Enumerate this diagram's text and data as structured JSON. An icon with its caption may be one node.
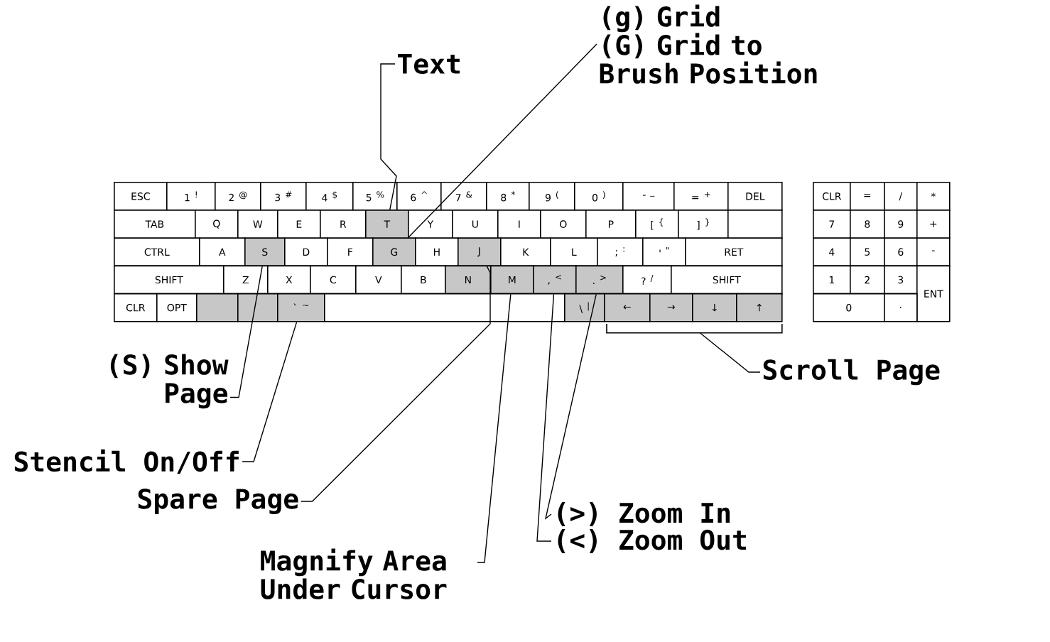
{
  "diagram": {
    "nodes": [
      {
        "text": [
          "(g) Grid",
          "(G) Grid to Brush Position"
        ]
      },
      {
        "text": [
          "Text"
        ]
      },
      {
        "text": [
          "ESC"
        ]
      },
      {
        "text": [
          "1",
          "!"
        ]
      },
      {
        "text": [
          "2",
          "@"
        ]
      },
      {
        "text": [
          "3",
          "#"
        ]
      },
      {
        "text": [
          "4",
          "$"
        ]
      },
      {
        "text": [
          "5",
          "%"
        ]
      },
      {
        "text": [
          "6",
          "^"
        ]
      },
      {
        "text": [
          "7",
          "&"
        ]
      },
      {
        "text": [
          "8",
          "*"
        ]
      },
      {
        "text": [
          "9",
          "("
        ]
      },
      {
        "text": [
          "0",
          ")"
        ]
      },
      {
        "text": [
          "-",
          "_"
        ]
      },
      {
        "text": [
          "=",
          "+"
        ]
      },
      {
        "text": [
          "DEL"
        ]
      },
      {
        "text": [
          "TAB"
        ]
      },
      {
        "text": [
          "Q"
        ]
      },
      {
        "text": [
          "W"
        ]
      },
      {
        "text": [
          "E"
        ]
      },
      {
        "text": [
          "R"
        ]
      },
      {
        "text": [
          "T"
        ]
      },
      {
        "text": [
          "Y"
        ]
      },
      {
        "text": [
          "U"
        ]
      },
      {
        "text": [
          "I"
        ]
      },
      {
        "text": [
          "O"
        ]
      },
      {
        "text": [
          "P"
        ]
      },
      {
        "text": [
          "[",
          "{"
        ]
      },
      {
        "text": [
          "]",
          "}"
        ]
      },
      {
        "text": [],
        "shape": "box"
      },
      {
        "text": [
          "CTRL"
        ]
      },
      {
        "text": [
          "A"
        ]
      },
      {
        "text": [
          "S"
        ]
      },
      {
        "text": [
          "D"
        ]
      },
      {
        "text": [
          "F"
        ]
      },
      {
        "text": [
          "G"
        ]
      },
      {
        "text": [
          "H"
        ]
      },
      {
        "text": [
          "J"
        ]
      },
      {
        "text": [
          "K"
        ]
      },
      {
        "text": [
          "L"
        ]
      },
      {
        "text": [
          ";",
          ":"
        ]
      },
      {
        "text": [
          "'",
          "\""
        ]
      },
      {
        "text": [
          "RET"
        ]
      },
      {
        "text": [
          "SHIFT"
        ]
      },
      {
        "text": [
          "Z"
        ]
      },
      {
        "text": [
          "X"
        ]
      },
      {
        "text": [
          "C"
        ]
      },
      {
        "text": [
          "V"
        ]
      },
      {
        "text": [
          "B"
        ]
      },
      {
        "text": [
          "N"
        ]
      },
      {
        "text": [
          "M"
        ]
      },
      {
        "text": [
          ",",
          "<"
        ]
      },
      {
        "text": [
          ".",
          ">"
        ]
      },
      {
        "text": [
          "?",
          "/"
        ]
      },
      {
        "text": [
          "SHIFT"
        ]
      },
      {
        "text": [
          "CLR"
        ]
      },
      {
        "text": [
          "OPT"
        ]
      },
      {
        "text": [],
        "shape": "box"
      },
      {
        "text": [],
        "shape": "box"
      },
      {
        "text": [
          "`",
          "~"
        ]
      },
      {
        "text": [],
        "shape": "box"
      },
      {
        "text": [
          "\\",
          "|"
        ]
      },
      {
        "text": [
          "←"
        ]
      },
      {
        "text": [
          "→"
        ]
      },
      {
        "text": [
          "↓"
        ]
      },
      {
        "text": [
          "↑"
        ]
      },
      {
        "text": [
          "CLR"
        ]
      },
      {
        "text": [
          "="
        ]
      },
      {
        "text": [
          "/"
        ]
      },
      {
        "text": [
          "*"
        ]
      },
      {
        "text": [
          "7"
        ]
      },
      {
        "text": [
          "8"
        ]
      },
      {
        "text": [
          "9"
        ]
      },
      {
        "text": [
          "+"
        ]
      },
      {
        "text": [
          "4"
        ]
      },
      {
        "text": [
          "5"
        ]
      },
      {
        "text": [
          "6"
        ]
      },
      {
        "text": [
          "-"
        ]
      },
      {
        "text": [
          "1"
        ]
      },
      {
        "text": [
          "2"
        ]
      },
      {
        "text": [
          "3"
        ]
      },
      {
        "text": [
          "ENT"
        ]
      },
      {
        "text": [
          "0"
        ]
      },
      {
        "text": [
          "."
        ]
      },
      {
        "text": [
          "(S) Show Page"
        ]
      },
      {
        "text": [
          "Scroll Page"
        ]
      },
      {
        "text": [
          "Stencil On/Off"
        ]
      },
      {
        "text": [
          "Spare Page"
        ]
      },
      {
        "text": [
          "(>) Zoom In"
        ]
      },
      {
        "text": [
          "(<) Zoom Out"
        ]
      },
      {
        "text": [
          "Magnify Area Under Cursor"
        ]
      },
      {
        "text": [],
        "shape": "bracket"
      }
    ],
    "edges": [
      {
        "from": 1,
        "to": 21,
        "arrow": "none"
      },
      {
        "from": 0,
        "to": 35,
        "arrow": "none"
      },
      {
        "from": 84,
        "to": 32,
        "arrow": "none"
      },
      {
        "from": 85,
        "to": 91,
        "arrow": "none"
      },
      {
        "from": 86,
        "to": 59,
        "arrow": "none"
      },
      {
        "from": 87,
        "to": 37,
        "arrow": "none"
      },
      {
        "from": 88,
        "to": 52,
        "arrow": "none"
      },
      {
        "from": 89,
        "to": 51,
        "arrow": "none"
      },
      {
        "from": 90,
        "to": 50,
        "arrow": "none"
      }
    ]
  }
}
